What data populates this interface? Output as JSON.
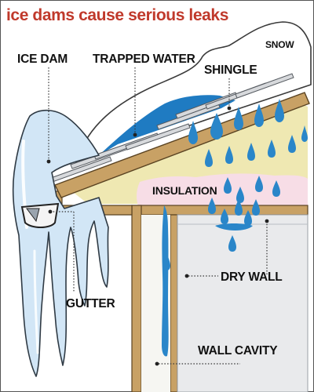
{
  "title": "ice dams cause serious leaks",
  "labels": {
    "ice_dam": "ICE DAM",
    "trapped_water": "TRAPPED WATER",
    "snow": "SNOW",
    "shingle": "SHINGLE",
    "insulation": "INSULATION",
    "dry_wall": "DRY WALL",
    "gutter": "GUTTER",
    "wall_cavity": "WALL CAVITY"
  },
  "colors": {
    "title": "#c0392b",
    "ice": "#d2e6f6",
    "trapped_water": "#1f7bc2",
    "water_drop": "#2a86c9",
    "insulation_attic": "#efe8b2",
    "insulation_pink": "#f7dde6",
    "roof_wood": "#c8a165",
    "drywall": "#e9eaec",
    "wall_cavity": "#f6f6f2"
  }
}
